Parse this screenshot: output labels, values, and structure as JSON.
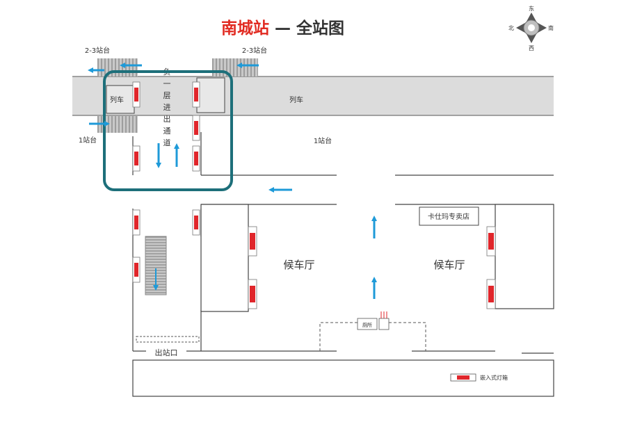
{
  "title": {
    "station": "南城站",
    "dash": " — ",
    "rest": "全站图"
  },
  "compass": {
    "north": "东",
    "east": "南",
    "south": "西",
    "west": "北"
  },
  "labels": {
    "platform_23_left": "2-3站台",
    "platform_23_right": "2-3站台",
    "platform_1_left": "1站台",
    "platform_1_center": "1站台",
    "train_left": "列车",
    "train_main": "列车",
    "passage": [
      "负",
      "一",
      "层",
      "进",
      "出",
      "通",
      "道"
    ],
    "waiting_left": "候车厅",
    "waiting_right": "候车厅",
    "shop": "卡仕玛专卖店",
    "broadcast": "厕所",
    "exit": "出站口"
  },
  "legend": {
    "label": "嵌入式灯箱"
  },
  "colors": {
    "title_red": "#e12b22",
    "highlight": "#1d6f7a",
    "arrow": "#1e9ad8",
    "lightbox_red": "#e0262b",
    "track": "#dcdcdc"
  }
}
